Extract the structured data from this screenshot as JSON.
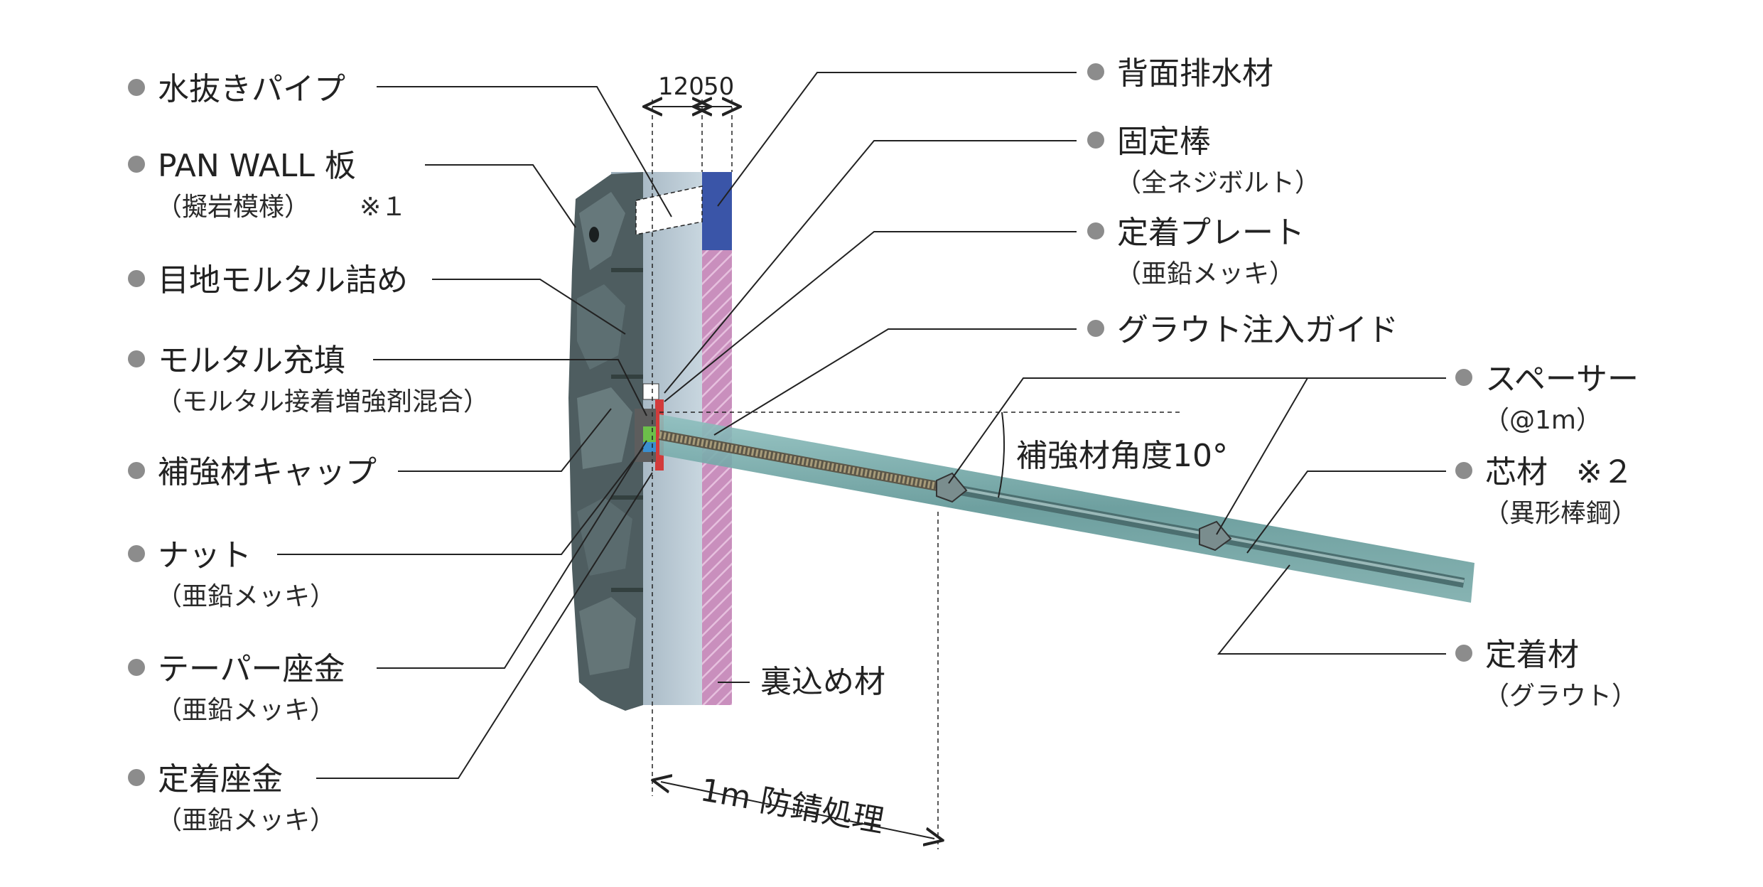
{
  "labels_left": [
    {
      "id": "drain-pipe",
      "main": "水抜きパイプ",
      "sub": ""
    },
    {
      "id": "panwall-board",
      "main": "PAN WALL 板",
      "sub": "（擬岩模様）",
      "note": "※１"
    },
    {
      "id": "joint-mortar",
      "main": "目地モルタル詰め",
      "sub": ""
    },
    {
      "id": "mortar-fill",
      "main": "モルタル充填",
      "sub": "（モルタル接着増強剤混合）"
    },
    {
      "id": "reinforcement-cap",
      "main": "補強材キャップ",
      "sub": ""
    },
    {
      "id": "nut",
      "main": "ナット",
      "sub": "（亜鉛メッキ）"
    },
    {
      "id": "taper-washer",
      "main": "テーパー座金",
      "sub": "（亜鉛メッキ）"
    },
    {
      "id": "anchor-washer",
      "main": "定着座金",
      "sub": "（亜鉛メッキ）"
    }
  ],
  "labels_right": [
    {
      "id": "back-drain",
      "main": "背面排水材",
      "sub": ""
    },
    {
      "id": "fixing-rod",
      "main": "固定棒",
      "sub": "（全ネジボルト）"
    },
    {
      "id": "anchor-plate",
      "main": "定着プレート",
      "sub": "（亜鉛メッキ）"
    },
    {
      "id": "grout-guide",
      "main": "グラウト注入ガイド",
      "sub": ""
    },
    {
      "id": "spacer",
      "main": "スペーサー",
      "sub": "（@1m）"
    },
    {
      "id": "core",
      "main": "芯材",
      "sub": "（異形棒鋼）",
      "note": "※２"
    },
    {
      "id": "anchor-material",
      "main": "定着材",
      "sub": "（グラウト）"
    }
  ],
  "backfill_label": "裏込め材",
  "angle_label": "補強材角度10°",
  "rust_label": "1m 防錆処理",
  "dim_labels": [
    "120",
    "50"
  ],
  "colors": {
    "line": "#222222",
    "bullet": "#8c8c8c",
    "stone": "#4e5d60",
    "mortar": "#b7c6d0",
    "backfill": "#c98fbd",
    "drain": "#3a55a8",
    "rod": "#6fa0a0",
    "plate": "#d23b3b",
    "washer": "#6cc04a"
  }
}
